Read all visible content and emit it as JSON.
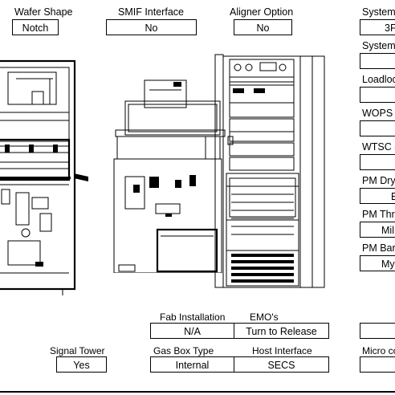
{
  "fields": {
    "wafer_shape": {
      "label": "Wafer Shape",
      "value": "Notch"
    },
    "smif_interface": {
      "label": "SMIF Interface",
      "value": "No"
    },
    "aligner_option": {
      "label": "Aligner Option",
      "value": "No"
    },
    "system_1": {
      "label": "System",
      "value": "3F"
    },
    "system_2": {
      "label": "System",
      "value": ""
    },
    "loadlock": {
      "label": "Loadloc",
      "value": ""
    },
    "wops": {
      "label": "WOPS S",
      "value": ""
    },
    "wtsc": {
      "label": "WTSC s",
      "value": ""
    },
    "pm_dry": {
      "label": "PM Dry",
      "value": "E"
    },
    "pm_thr": {
      "label": "PM Thr",
      "value": "Mil"
    },
    "pm_bar": {
      "label": "PM Bar",
      "value": "My"
    },
    "fab_installation": {
      "label": "Fab Installation",
      "value": "N/A"
    },
    "emos": {
      "label": "EMO's",
      "value": "Turn to Release"
    },
    "signal_tower": {
      "label": "Signal Tower",
      "value": "Yes"
    },
    "gas_box_type": {
      "label": "Gas Box Type",
      "value": "Internal"
    },
    "host_interface": {
      "label": "Host Interface",
      "value": "SECS"
    },
    "micro_controller": {
      "label": "Micro co",
      "value": ""
    },
    "right_unlabeled": {
      "value": ""
    }
  },
  "drawing": {
    "left_machine": "equipment-front-view-left",
    "center_machine": "equipment-side-view",
    "rack": "electronics-rack"
  }
}
